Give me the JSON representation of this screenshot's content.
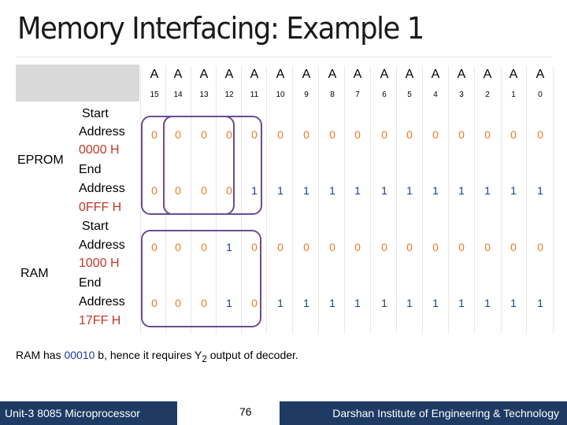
{
  "title": "Memory Interfacing: Example 1",
  "header": {
    "letter": "A",
    "numbers": [
      "15",
      "14",
      "13",
      "12",
      "11",
      "10",
      "9",
      "8",
      "7",
      "6",
      "5",
      "4",
      "3",
      "2",
      "1",
      "0"
    ]
  },
  "eprom": {
    "label": "EPROM",
    "start_lines": [
      "Start",
      "Address",
      "0000 H"
    ],
    "end_lines": [
      "End",
      "Address",
      "0FFF H"
    ],
    "start_bits": [
      "0",
      "0",
      "0",
      "0",
      "0",
      "0",
      "0",
      "0",
      "0",
      "0",
      "0",
      "0",
      "0",
      "0",
      "0",
      "0"
    ],
    "end_bits": [
      "0",
      "0",
      "0",
      "0",
      "1",
      "1",
      "1",
      "1",
      "1",
      "1",
      "1",
      "1",
      "1",
      "1",
      "1",
      "1"
    ]
  },
  "ram": {
    "label": "RAM",
    "start_lines": [
      "Start",
      "Address",
      "1000 H"
    ],
    "end_lines": [
      "End",
      "Address",
      "17FF H"
    ],
    "start_bits": [
      "0",
      "0",
      "0",
      "1",
      "0",
      "0",
      "0",
      "0",
      "0",
      "0",
      "0",
      "0",
      "0",
      "0",
      "0",
      "0"
    ],
    "end_bits": [
      "0",
      "0",
      "0",
      "1",
      "0",
      "1",
      "1",
      "1",
      "1",
      "1",
      "1",
      "1",
      "1",
      "1",
      "1",
      "1"
    ]
  },
  "note": {
    "prefix": "RAM has ",
    "highlight": "00010",
    "middle": " b, hence it requires Y",
    "subscript": "2",
    "suffix": " output of decoder."
  },
  "footer": {
    "left": "Unit-3 8085 Microprocessor",
    "page": "76",
    "right": "Darshan Institute of Engineering & Technology"
  },
  "colors": {
    "footer_bg": "#1f3a63",
    "box": "#6a4c93",
    "bit_orange": "#e67e22",
    "bit_blue": "#1f3a93",
    "addr_red": "#c0392b"
  }
}
